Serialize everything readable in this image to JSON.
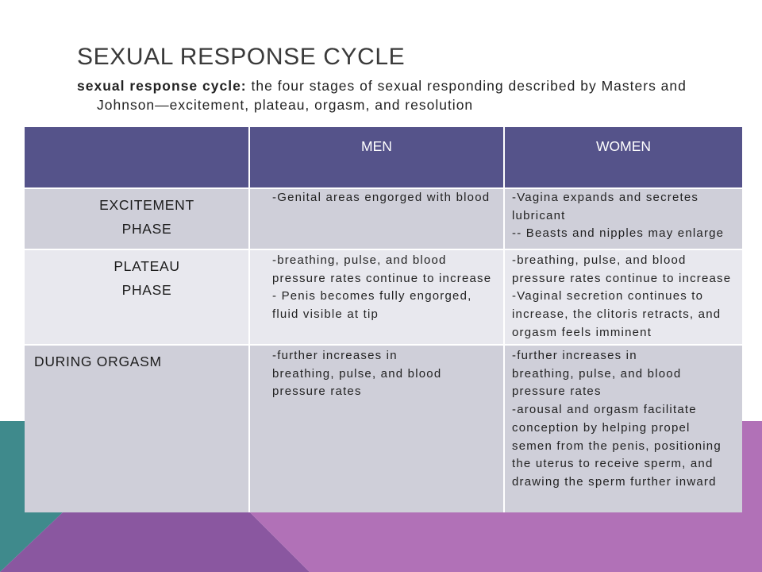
{
  "slide": {
    "title": "SEXUAL RESPONSE CYCLE",
    "definition": {
      "term": "sexual response cycle:",
      "text": "the four stages of sexual responding described by Masters and Johnson—excitement, plateau, orgasm, and resolution"
    }
  },
  "table": {
    "header": {
      "men": "MEN",
      "women": "WOMEN"
    },
    "rows": [
      {
        "phase": "EXCITEMENT\nPHASE",
        "men": "-Genital areas engorged with blood",
        "women": "-Vagina expands and secretes\nlubricant\n-- Beasts and nipples may enlarge"
      },
      {
        "phase": "PLATEAU\nPHASE",
        "men": "-breathing, pulse, and blood\npressure rates continue to increase\n- Penis becomes fully engorged,\nfluid visible at tip",
        "women": "-breathing, pulse, and blood\npressure rates continue to increase\n-Vaginal secretion continues to\nincrease, the clitoris retracts, and\norgasm feels imminent"
      },
      {
        "phase": "DURING ORGASM",
        "men": "-further increases in\nbreathing, pulse, and blood\npressure rates",
        "women": "-further increases in\nbreathing, pulse, and blood\npressure rates\n-arousal and orgasm facilitate\nconception by helping propel\nsemen from the penis, positioning\nthe uterus to receive sperm, and\ndrawing the sperm further inward"
      }
    ]
  },
  "theme": {
    "header-bg": "#55538a",
    "row-dark": "#cfcfd9",
    "row-light": "#e8e8ee",
    "teal": "#3f8a8c",
    "purple-dark": "#8a57a0",
    "purple-light": "#b171b7",
    "title-color": "#3a3a3a",
    "text-color": "#222222"
  }
}
